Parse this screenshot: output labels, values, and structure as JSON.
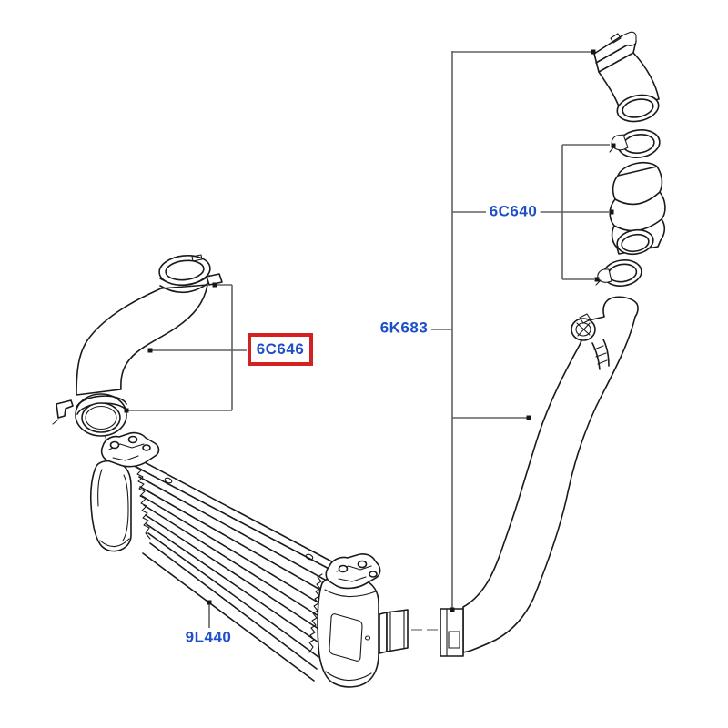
{
  "diagram": {
    "type": "exploded-parts-diagram",
    "highlighted_part": "6C646",
    "colors": {
      "label_text": "#1e4fc8",
      "highlight_border": "#d32020",
      "drawing_line": "#1a1a1a",
      "leader_line": "#606060",
      "background": "#ffffff"
    },
    "labels": [
      {
        "part_number": "6C646",
        "highlighted": true
      },
      {
        "part_number": "6K683",
        "highlighted": false
      },
      {
        "part_number": "6C640",
        "highlighted": false
      },
      {
        "part_number": "9L440",
        "highlighted": false
      }
    ]
  }
}
